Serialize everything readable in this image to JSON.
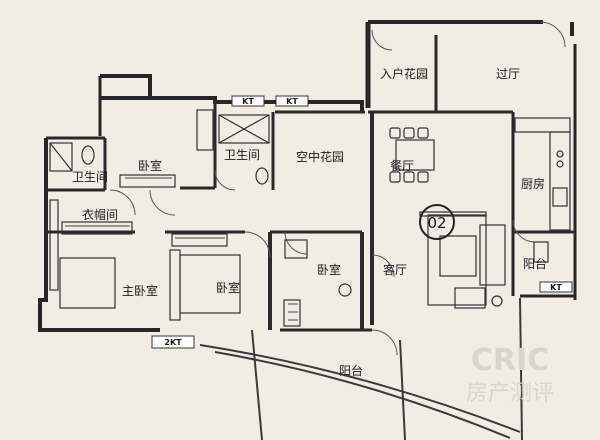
{
  "floorplan": {
    "rooms": {
      "entry_garden": "入户花园",
      "hall": "过厅",
      "bedroom_top": "卧室",
      "bathroom_left": "卫生间",
      "bathroom_center": "卫生间",
      "sky_garden": "空中花园",
      "dining": "餐厅",
      "kitchen": "厨房",
      "walk_in_closet": "衣帽间",
      "master_bedroom": "主卧室",
      "bedroom_center": "卧室",
      "bedroom_right": "卧室",
      "living_room": "客厅",
      "balcony_kitchen": "阳台",
      "balcony_main": "阳台"
    },
    "units": {
      "kt_1": "KT",
      "kt_2": "KT",
      "kt_3": "KT",
      "kt_2k": "2KT"
    },
    "unit_badge": "02"
  },
  "watermark": {
    "brand": "CRIC",
    "sub": "房产测评"
  }
}
